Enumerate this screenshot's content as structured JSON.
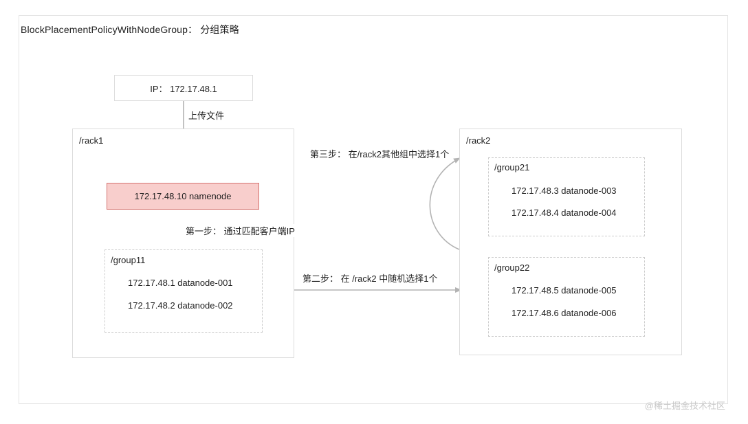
{
  "diagram": {
    "title": "BlockPlacementPolicyWithNodeGroup： 分组策略",
    "watermark": "@稀土掘金技术社区",
    "colors": {
      "frame_border": "#e3e3e3",
      "box_border": "#dcdcdc",
      "dashed_border": "#cccccc",
      "namenode_fill": "#f8cecc",
      "namenode_border": "#d4726e",
      "arrow": "#b3b3b3",
      "text": "#1f1f1f",
      "watermark": "#c9c9c9"
    }
  },
  "client": {
    "ip_box_label": "IP： 172.17.48.1"
  },
  "namenode": {
    "label": "172.17.48.10  namenode"
  },
  "racks": [
    {
      "name": "/rack1",
      "groups": [
        {
          "name": "/group11",
          "nodes": [
            "172.17.48.1 datanode-001",
            "172.17.48.2 datanode-002"
          ]
        }
      ]
    },
    {
      "name": "/rack2",
      "groups": [
        {
          "name": "/group21",
          "nodes": [
            "172.17.48.3 datanode-003",
            "172.17.48.4 datanode-004"
          ]
        },
        {
          "name": "/group22",
          "nodes": [
            "172.17.48.5 datanode-005",
            "172.17.48.6 datanode-006"
          ]
        }
      ]
    }
  ],
  "edges": {
    "upload": "上传文件",
    "step1": "第一步： 通过匹配客户端IP",
    "step2": "第二步： 在 /rack2 中随机选择1个",
    "step3": "第三步： 在/rack2其他组中选择1个"
  }
}
